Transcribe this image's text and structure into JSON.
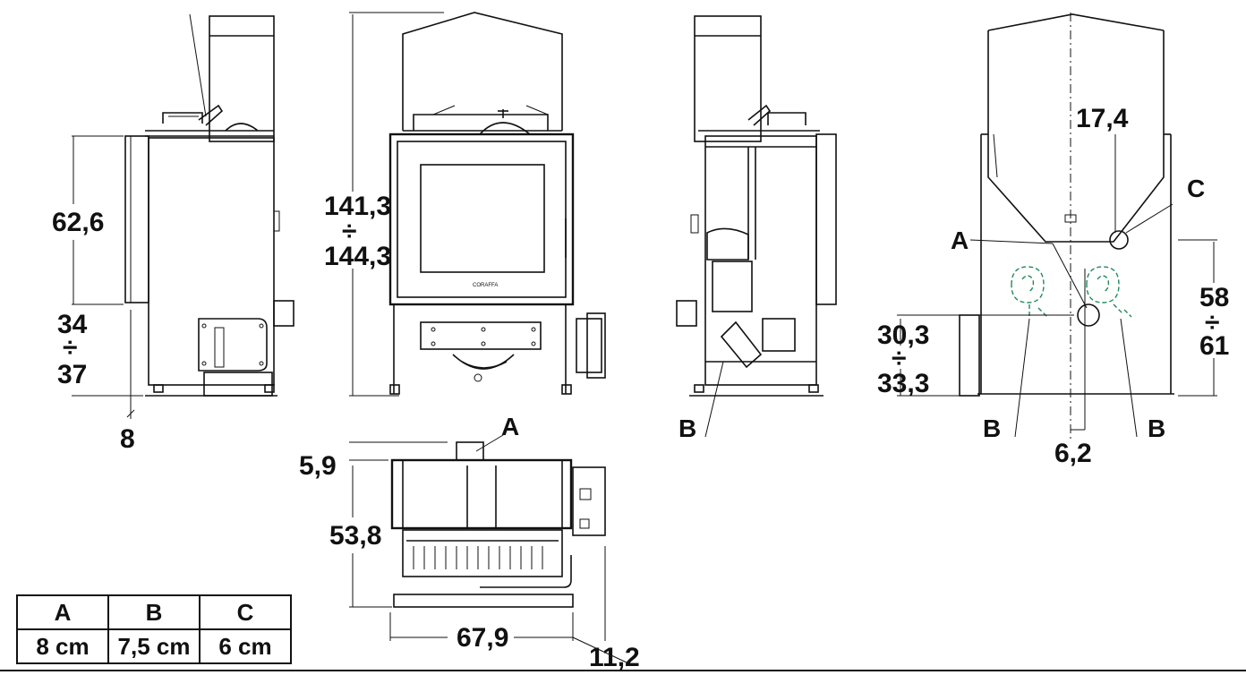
{
  "dimensions": {
    "side_height_top": "62,6",
    "side_height_bottom_line1": "34",
    "side_height_bottom_sep": "÷",
    "side_height_bottom_line2": "37",
    "side_foot": "8",
    "front_total_line1": "141,3",
    "front_total_sep": "÷",
    "front_total_line2": "144,3",
    "top_offset": "5,9",
    "top_depth": "53,8",
    "top_width": "67,9",
    "top_extra": "11,2",
    "rear_center": "17,4",
    "rear_left_line1": "30,3",
    "rear_left_sep": "÷",
    "rear_left_line2": "33,3",
    "rear_right_line1": "58",
    "rear_right_sep": "÷",
    "rear_right_line2": "61",
    "rear_bottom": "6,2"
  },
  "labels": {
    "a_top": "A",
    "a_rear": "A",
    "b_side": "B",
    "b_rear_left": "B",
    "b_rear_right": "B",
    "c_rear": "C"
  },
  "brand_plate": "CORAFFA",
  "table": {
    "headers": [
      "A",
      "B",
      "C"
    ],
    "values": [
      "8 cm",
      "7,5 cm",
      "6 cm"
    ]
  },
  "colors": {
    "line": "#111111",
    "outlet_dashed": "#1f8a5a"
  }
}
